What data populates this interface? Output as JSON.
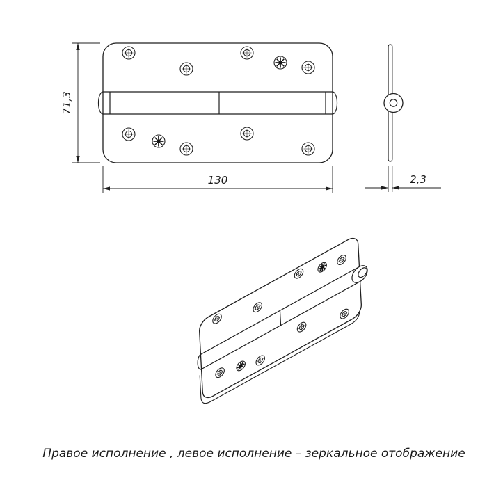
{
  "drawing": {
    "dimensions": {
      "height": "71,3",
      "width": "130",
      "thickness": "2,3"
    },
    "caption": "Правое исполнение , левое исполнение – зеркальное отображение",
    "colors": {
      "line": "#1f1f1f",
      "background": "#ffffff"
    }
  }
}
